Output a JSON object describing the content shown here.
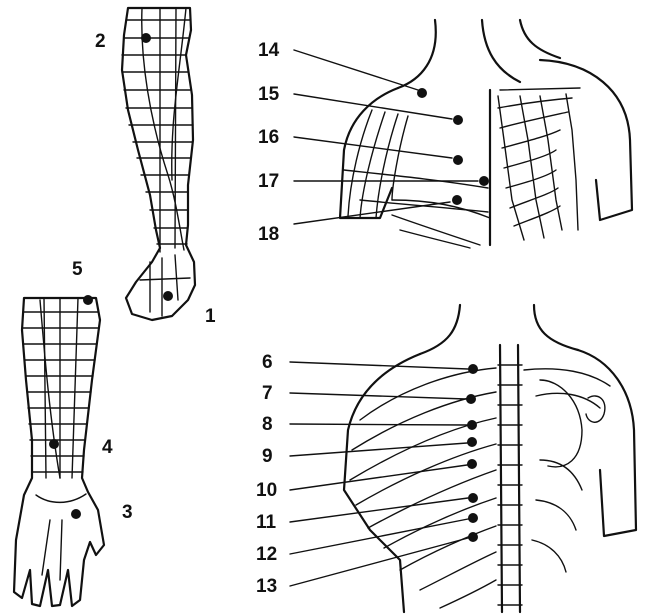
{
  "figure": {
    "ink_color": "#111111",
    "background": "#ffffff"
  },
  "labels": {
    "p1": "1",
    "p2": "2",
    "p3": "3",
    "p4": "4",
    "p5": "5",
    "p6": "6",
    "p7": "7",
    "p8": "8",
    "p9": "9",
    "p10": "10",
    "p11": "11",
    "p12": "12",
    "p13": "13",
    "p14": "14",
    "p15": "15",
    "p16": "16",
    "p17": "17",
    "p18": "18"
  },
  "panels": {
    "leg": {
      "points": [
        "1",
        "2"
      ]
    },
    "forearm_hand": {
      "points": [
        "3",
        "4",
        "5"
      ]
    },
    "back": {
      "points": [
        "6",
        "7",
        "8",
        "9",
        "10",
        "11",
        "12",
        "13"
      ]
    },
    "chest": {
      "points": [
        "14",
        "15",
        "16",
        "17",
        "18"
      ]
    }
  }
}
